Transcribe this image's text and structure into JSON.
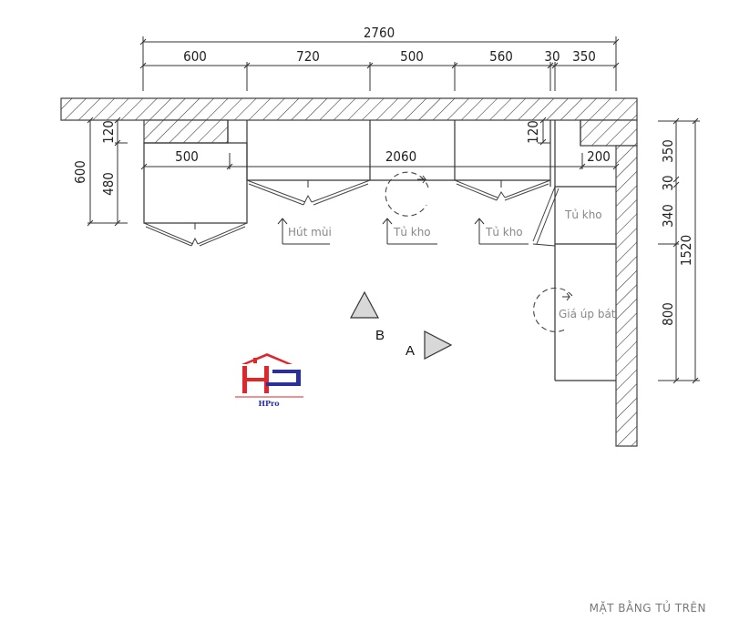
{
  "drawing": {
    "title": "MẶT BẰNG TỦ TRÊN",
    "colors": {
      "line": "#333333",
      "label_gray": "#888888",
      "marker_fill": "#d8d8d8",
      "logo_red": "#e0262b",
      "logo_blue": "#2a2f9a"
    },
    "dimensions_top": {
      "overall": "2760",
      "segments": [
        "600",
        "720",
        "500",
        "560",
        "30",
        "350"
      ]
    },
    "dimensions_inner": {
      "left_cabinet": "500",
      "run_length": "2060",
      "right_return": "200",
      "recess_left": "120",
      "recess_right": "120"
    },
    "dimensions_left": {
      "overall": "600",
      "segments": [
        "120",
        "480"
      ]
    },
    "dimensions_right": {
      "overall": "1520",
      "segments": [
        "350",
        "30",
        "340",
        "800"
      ]
    },
    "labels": {
      "hood": "Hút mùi",
      "cabinet_1": "Tủ kho",
      "cabinet_2": "Tủ kho",
      "cabinet_3": "Tủ kho",
      "dish_rack": "Giá úp bát"
    },
    "view_markers": {
      "a": "A",
      "b": "B"
    },
    "logo": {
      "text": "HPro"
    }
  }
}
